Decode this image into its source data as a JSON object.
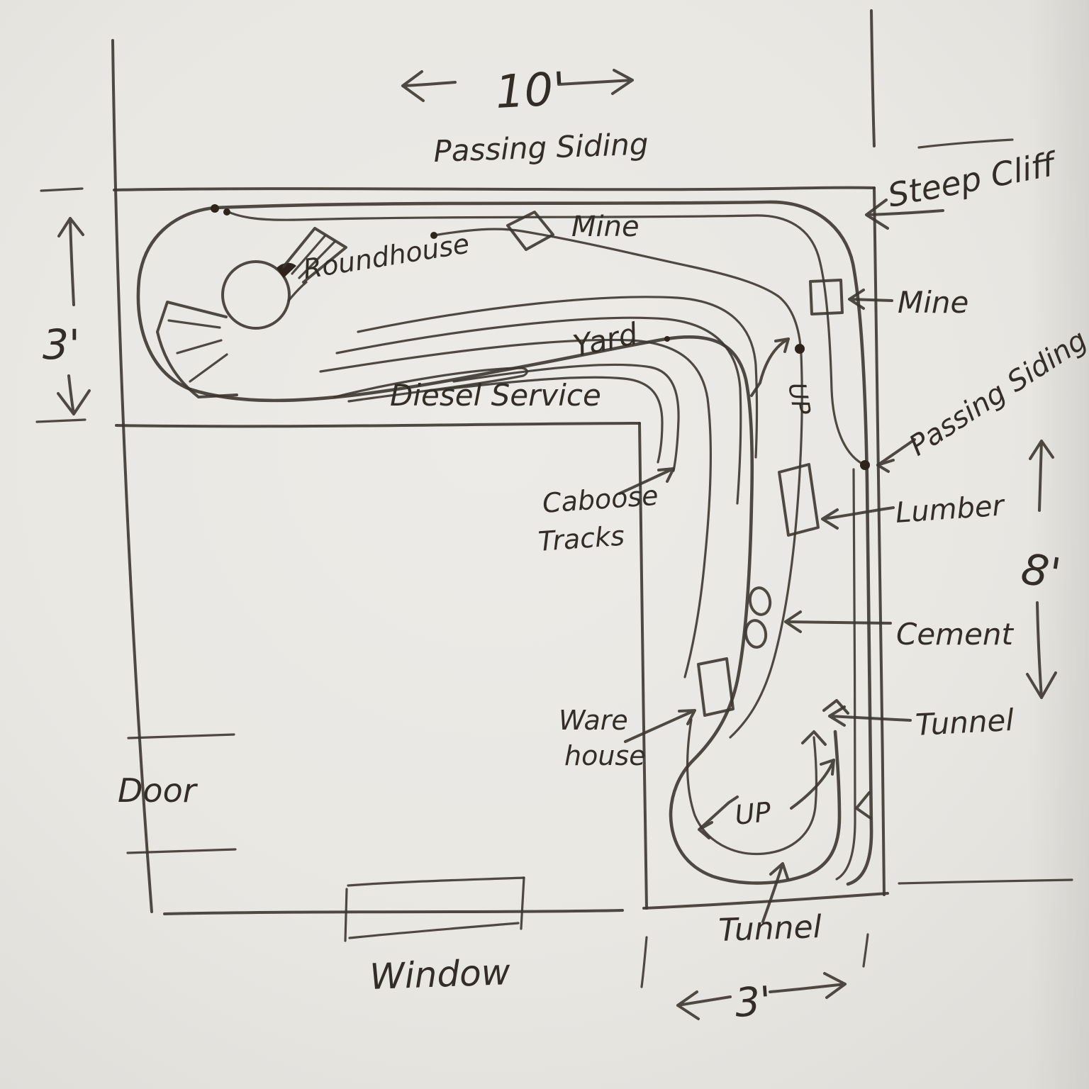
{
  "sketch": {
    "type": "hand-drawn model railroad track plan in an L-shaped room",
    "dimensions": {
      "top_width": "10'",
      "left_height": "3'",
      "right_height": "8'",
      "bottom_loop_width": "3'"
    },
    "track_labels": {
      "passing_siding_top": "Passing Siding",
      "passing_siding_right": "Passing Siding",
      "yard": "Yard",
      "caboose_line1": "Caboose",
      "caboose_line2": "Tracks",
      "up_grade_right": "UP",
      "up_grade_bottom": "UP"
    },
    "industries": {
      "roundhouse": "Roundhouse",
      "diesel_service": "Diesel Service",
      "mine_top": "Mine",
      "mine_right": "Mine",
      "lumber": "Lumber",
      "cement": "Cement",
      "warehouse_line1": "Ware",
      "warehouse_line2": "house"
    },
    "features": {
      "steep_cliff": "Steep Cliff",
      "tunnel_right": "Tunnel",
      "tunnel_bottom": "Tunnel"
    },
    "room": {
      "door": "Door",
      "window": "Window"
    },
    "ink_color": "#3c3630",
    "paper_color": "#e9e7e2"
  }
}
